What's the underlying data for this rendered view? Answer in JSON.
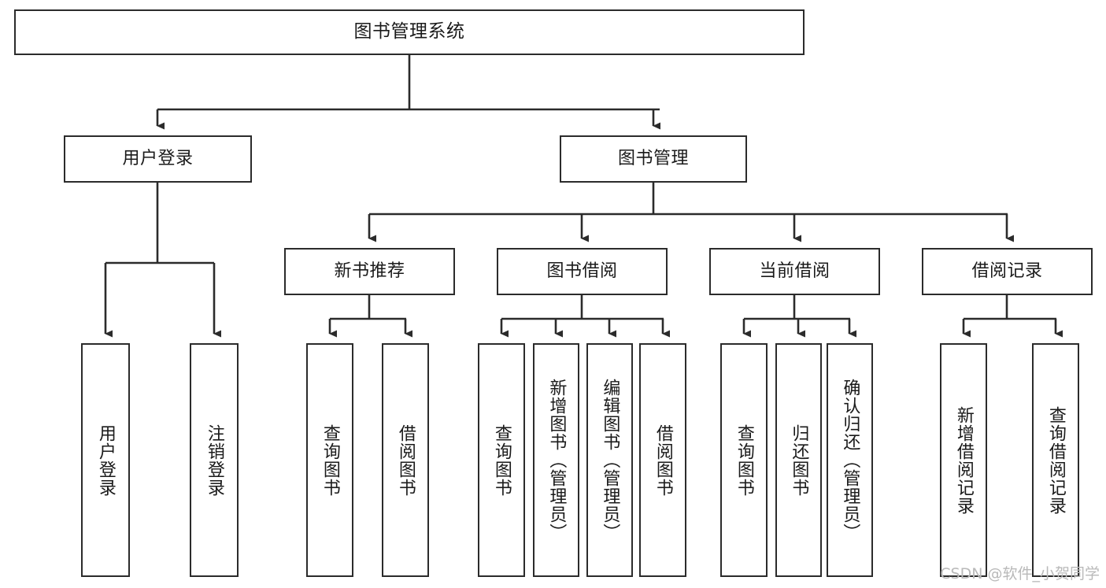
{
  "diagram": {
    "title": "图书管理系统",
    "type": "tree-hierarchy-chart",
    "watermark": "CSDN @软件_小贺同学",
    "colors": {
      "box_border": "#2b2b2b",
      "box_fill": "#ffffff",
      "edge": "#2b2b2b",
      "text": "#1a1a1a",
      "watermark": "#b9b9b9",
      "background": "#ffffff"
    },
    "root": {
      "id": "root",
      "label": "图书管理系统"
    },
    "level2": [
      {
        "id": "user-login",
        "label": "用户登录"
      },
      {
        "id": "book-manage",
        "label": "图书管理"
      }
    ],
    "level3": [
      {
        "id": "new-book-recommend",
        "label": "新书推荐"
      },
      {
        "id": "book-borrow",
        "label": "图书借阅"
      },
      {
        "id": "current-borrow",
        "label": "当前借阅"
      },
      {
        "id": "borrow-record",
        "label": "借阅记录"
      }
    ],
    "leaves": [
      {
        "id": "leaf-user-login",
        "label": "用户登录",
        "parent": "user-login"
      },
      {
        "id": "leaf-user-logout",
        "label": "注销登录",
        "parent": "user-login"
      },
      {
        "id": "leaf-query-book-1",
        "label": "查询图书",
        "parent": "new-book-recommend"
      },
      {
        "id": "leaf-borrow-book-1",
        "label": "借阅图书",
        "parent": "new-book-recommend"
      },
      {
        "id": "leaf-query-book-2",
        "label": "查询图书",
        "parent": "book-borrow"
      },
      {
        "id": "leaf-add-book",
        "label": "新增图书（管理员）",
        "parent": "book-borrow"
      },
      {
        "id": "leaf-edit-book",
        "label": "编辑图书（管理员）",
        "parent": "book-borrow"
      },
      {
        "id": "leaf-borrow-book-2",
        "label": "借阅图书",
        "parent": "book-borrow"
      },
      {
        "id": "leaf-query-book-3",
        "label": "查询图书",
        "parent": "current-borrow"
      },
      {
        "id": "leaf-return-book",
        "label": "归还图书",
        "parent": "current-borrow"
      },
      {
        "id": "leaf-confirm-return",
        "label": "确认归还（管理员）",
        "parent": "current-borrow"
      },
      {
        "id": "leaf-add-record",
        "label": "新增借阅记录",
        "parent": "borrow-record"
      },
      {
        "id": "leaf-query-record",
        "label": "查询借阅记录",
        "parent": "borrow-record"
      }
    ]
  }
}
